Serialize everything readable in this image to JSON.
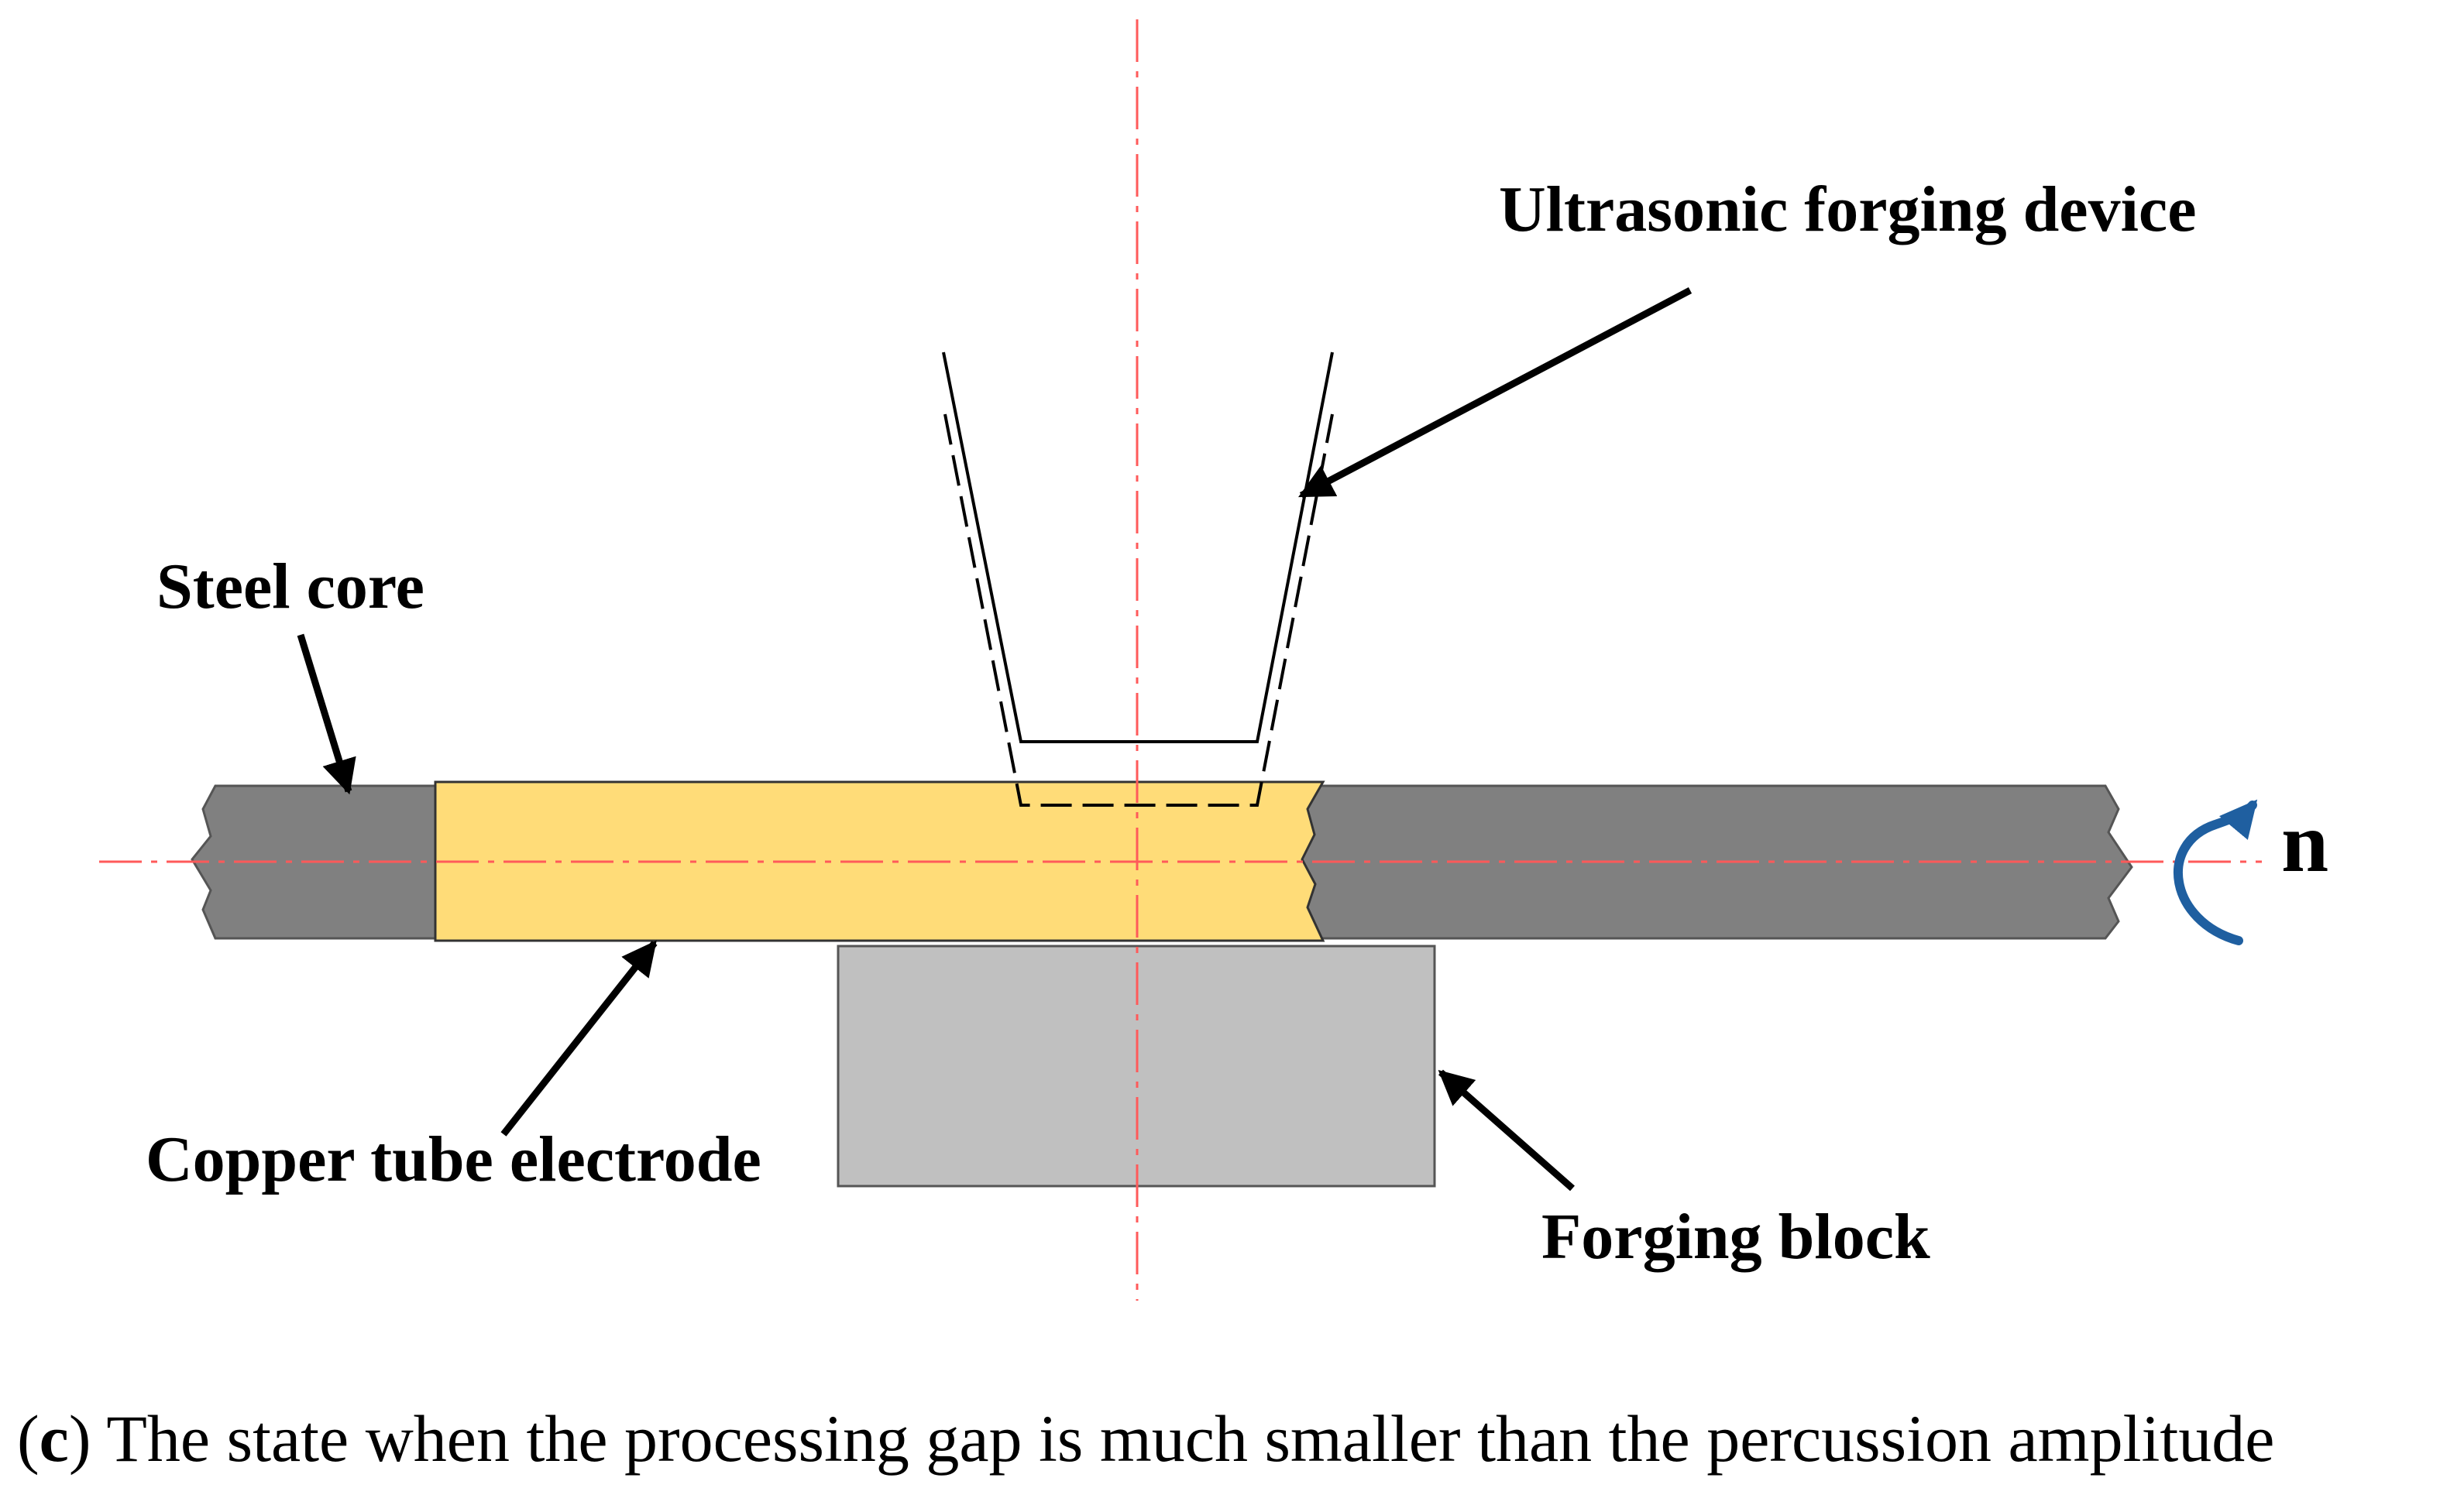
{
  "labels": {
    "ultrasonic": "Ultrasonic forging device",
    "steel_core": "Steel core",
    "copper_tube": "Copper tube electrode",
    "forging_block": "Forging block",
    "rotation": "n"
  },
  "caption": {
    "open_paren": "(",
    "letter": "c",
    "text": ") The state when the processing gap is much smaller than the percussion amplitude"
  },
  "colors": {
    "steel_core": "#808080",
    "copper_tube": "#FFDC78",
    "forging_block": "#C0C0C0",
    "center_line": "#FF5A5A",
    "rotation_arrow": "#1F5FA0"
  }
}
